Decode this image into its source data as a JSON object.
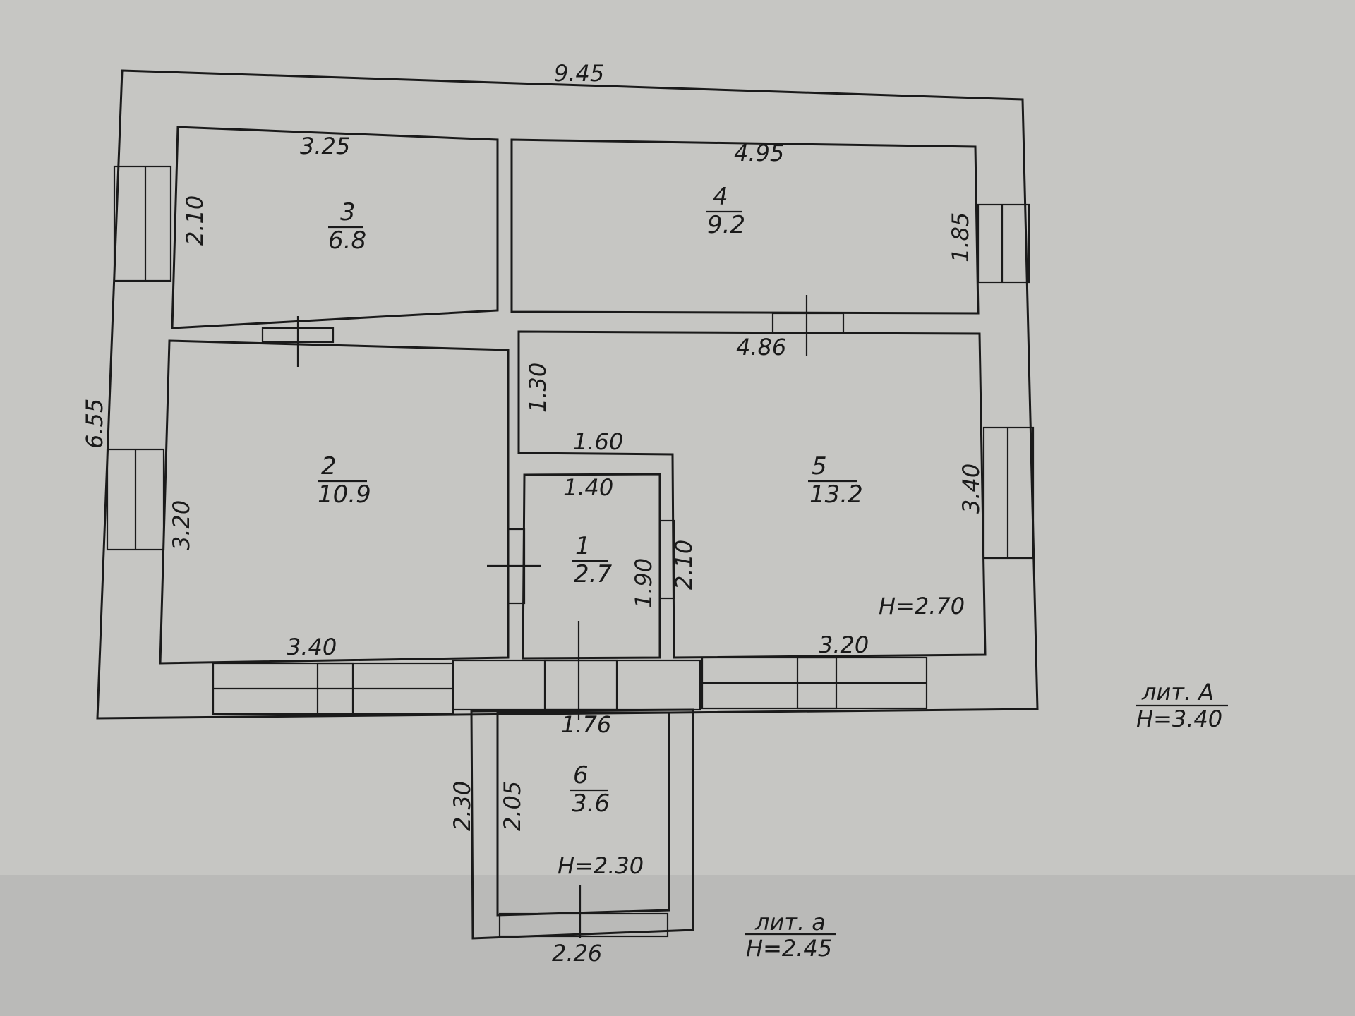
{
  "overall": {
    "length": "9.45",
    "width": "6.55"
  },
  "rooms": [
    {
      "number": "1",
      "area": "2.7"
    },
    {
      "number": "2",
      "area": "10.9"
    },
    {
      "number": "3",
      "area": "6.8"
    },
    {
      "number": "4",
      "area": "9.2"
    },
    {
      "number": "5",
      "area": "13.2"
    },
    {
      "number": "6",
      "area": "3.6"
    }
  ],
  "dimensions": {
    "r3_width": "3.25",
    "r3_height": "2.10",
    "r4_width": "4.95",
    "r4_height": "1.85",
    "r5_top": "4.86",
    "r5_recess_height": "1.30",
    "r5_recess_width": "1.60",
    "r5_height": "3.40",
    "r5_bottom": "3.20",
    "r2_height": "3.20",
    "r2_bottom": "3.40",
    "r1_top": "1.40",
    "r1_height": "1.90",
    "r1_right": "2.10",
    "porch_top": "1.76",
    "porch_outer": "2.30",
    "porch_inner": "2.05",
    "porch_bottom": "2.26"
  },
  "heights": {
    "main_room": "H=2.70",
    "porch": "H=2.30"
  },
  "legends": [
    {
      "lit": "лит. А",
      "height": "H=3.40"
    },
    {
      "lit": "лит. а",
      "height": "H=2.45"
    }
  ]
}
